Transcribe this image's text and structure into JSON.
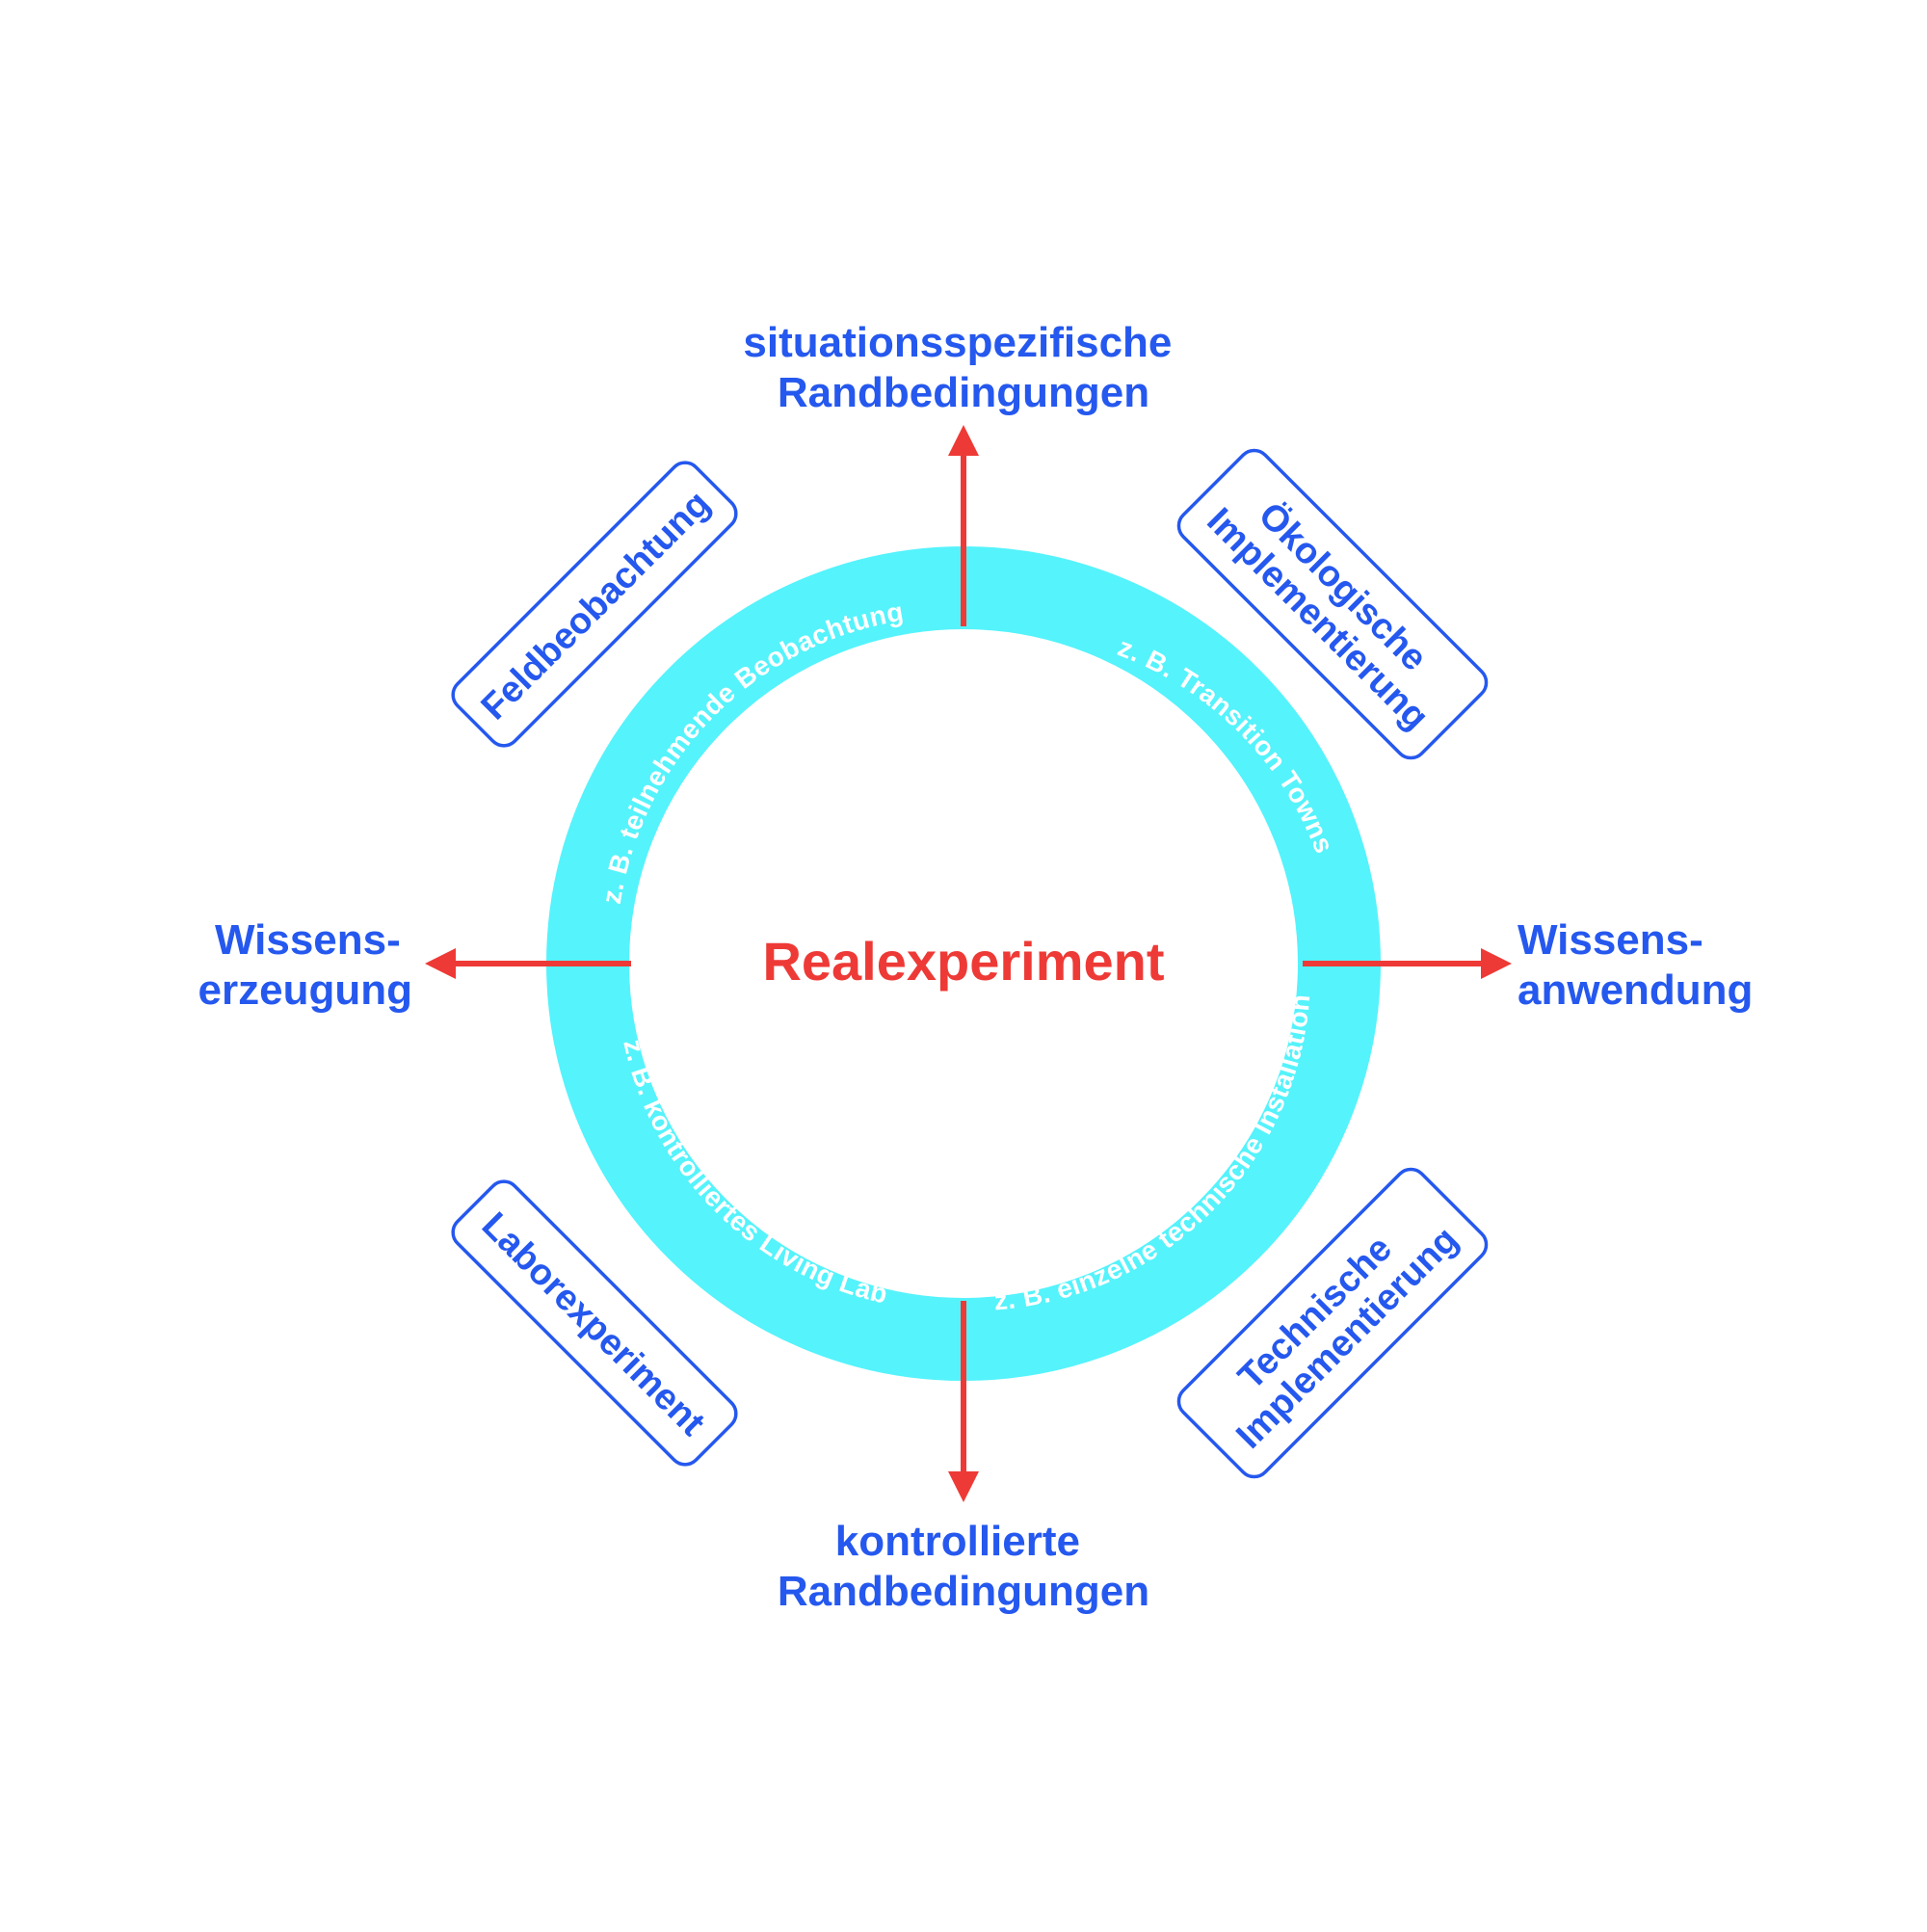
{
  "colors": {
    "ring": "#55f3fc",
    "axis": "#ee3a36",
    "label": "#2558ee",
    "ring_text": "#ffffff",
    "center_text": "#ee3a36",
    "background": "#ffffff"
  },
  "center_label": "Realexperiment",
  "axes": {
    "top": [
      "situationsspezifische",
      "Randbedingungen"
    ],
    "bottom": [
      "kontrollierte",
      "Randbedingungen"
    ],
    "left": [
      "Wissens-",
      "erzeugung"
    ],
    "right": [
      "Wissens-",
      "anwendung"
    ]
  },
  "boxes": {
    "top_left": [
      "Feldbeobachtung"
    ],
    "top_right": [
      "Ökologische",
      "Implementierung"
    ],
    "bottom_left": [
      "Laborexperiment"
    ],
    "bottom_right": [
      "Technische",
      "Implementierung"
    ]
  },
  "ring_labels": {
    "top_left": "z. B. teilnehmende Beobachtung",
    "top_right": "z. B. Transition Towns",
    "bottom_left": "z. B. kontrolliertes Living Lab",
    "bottom_right": "z. B. einzelne technische Installation"
  }
}
